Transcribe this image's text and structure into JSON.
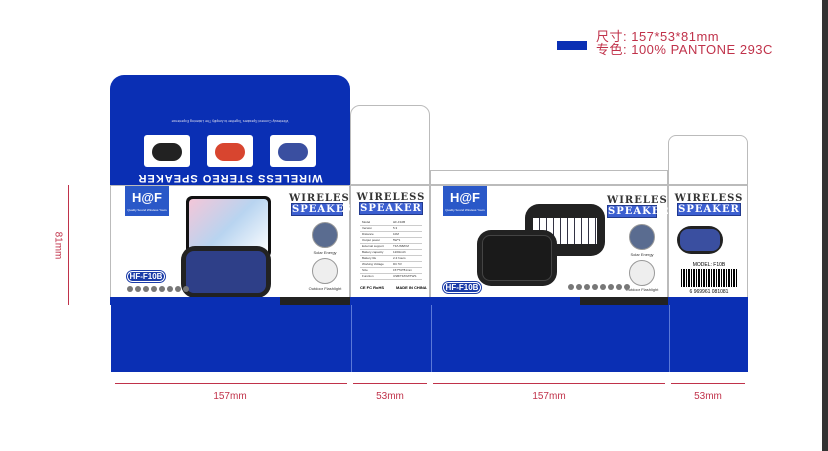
{
  "spec": {
    "size_label": "尺寸: 157*53*81mm",
    "color_label": "专色: 100% PANTONE 293C",
    "swatch_color": "#0a2fb4"
  },
  "brand": {
    "logo": "H@F",
    "tagline": "Quality Sound Wireless Yours"
  },
  "front": {
    "title_line1": "WIRELESS",
    "title_line2": "SPEAKER",
    "model": "HF-F10B",
    "features": [
      "Solar Energy",
      "Outdoor Flashlight"
    ]
  },
  "top_flap": {
    "title": "WIRELESS STEREO SPEAKER",
    "subtitle": "Wirelessly Connect Speakers Together to Amplify The Listening Experience",
    "variants": [
      "black",
      "red",
      "blue"
    ]
  },
  "side": {
    "title_line1": "WIRELESS",
    "title_line2": "SPEAKER",
    "spec_rows": [
      [
        "Model",
        "HF-F10B"
      ],
      [
        "Version",
        "5.3"
      ],
      [
        "Distance",
        "10M"
      ],
      [
        "Output power",
        "5W*1"
      ],
      [
        "External support",
        "TF/USB/FM"
      ],
      [
        "Battery capacity",
        "1200mAh"
      ],
      [
        "Battery life",
        "2-3 hours"
      ],
      [
        "Working Voltage",
        "DC 5V"
      ],
      [
        "Size",
        "157*53*81mm"
      ],
      [
        "Function",
        "USB/TF/FM/TWS"
      ]
    ],
    "made_in": "MADE IN CHINA",
    "certs": "CE FC RoHS"
  },
  "back": {
    "title_line1": "WIRELESS",
    "title_line2": "SPEAKER",
    "model": "HF-F10B",
    "features": [
      "Solar Energy",
      "Outdoor Flashlight"
    ]
  },
  "end": {
    "title_line1": "WIRELESS",
    "title_line2": "SPEAKER",
    "model_label": "MODEL: F10B",
    "barcode": "6 969961 081081"
  },
  "dimensions": {
    "height": "81mm",
    "widths": [
      "157mm",
      "53mm",
      "157mm",
      "53mm"
    ]
  }
}
